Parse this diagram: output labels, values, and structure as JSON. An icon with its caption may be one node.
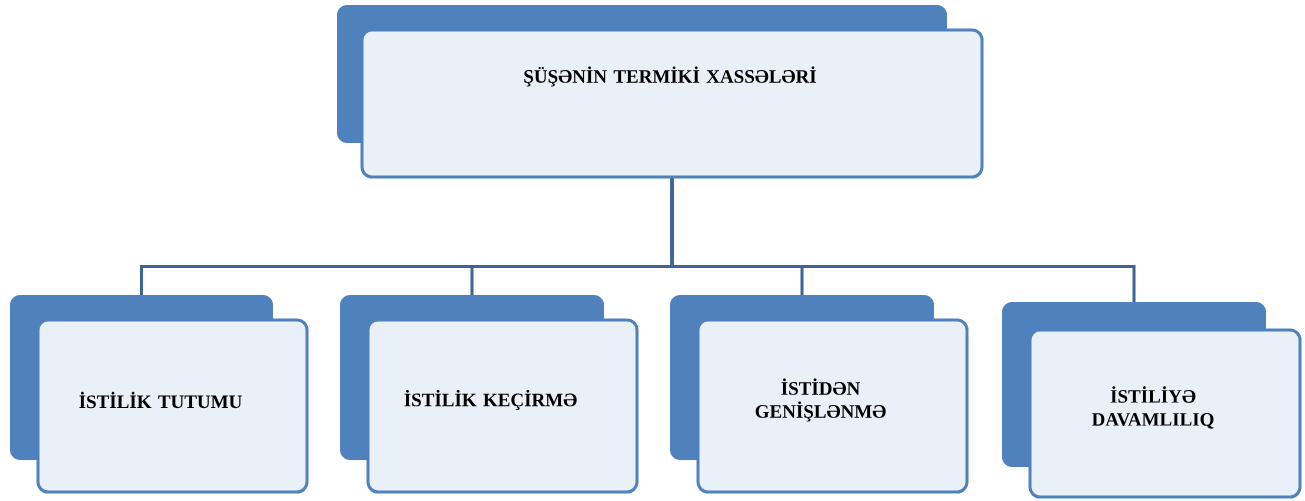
{
  "diagram": {
    "nodes": [
      {
        "text": [
          "ŞÜŞƏNİN TERMİKİ XASSƏLƏRİ"
        ]
      },
      {
        "text": [
          "İSTİLİK TUTUMU"
        ]
      },
      {
        "text": [
          "İSTİLİK KEÇİRMƏ"
        ]
      },
      {
        "text": [
          "İSTİDƏN GENİŞLƏNMƏ"
        ]
      },
      {
        "text": [
          "İSTİLİYƏ DAVAMLILIQ"
        ]
      }
    ],
    "edges": [
      {
        "from": 0,
        "to": 1,
        "arrow": "none"
      },
      {
        "from": 0,
        "to": 2,
        "arrow": "none"
      },
      {
        "from": 0,
        "to": 3,
        "arrow": "none"
      },
      {
        "from": 0,
        "to": 4,
        "arrow": "none"
      }
    ]
  }
}
